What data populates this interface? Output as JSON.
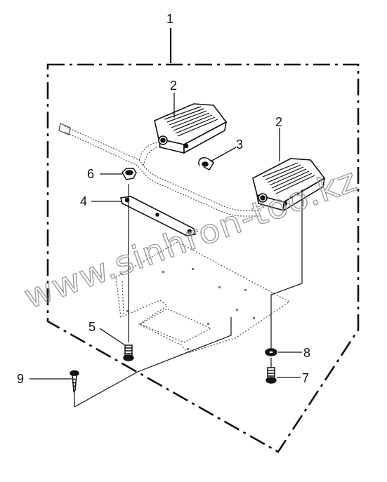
{
  "callouts": {
    "c1": "1",
    "c2a": "2",
    "c2b": "2",
    "c3": "3",
    "c4": "4",
    "c5": "5",
    "c6": "6",
    "c7": "7",
    "c8": "8",
    "c9": "9"
  },
  "watermark": "www.sinhron-too.kz",
  "colors": {
    "line": "#111111",
    "dotted": "#555555",
    "watermark": "#9a9a9a"
  }
}
